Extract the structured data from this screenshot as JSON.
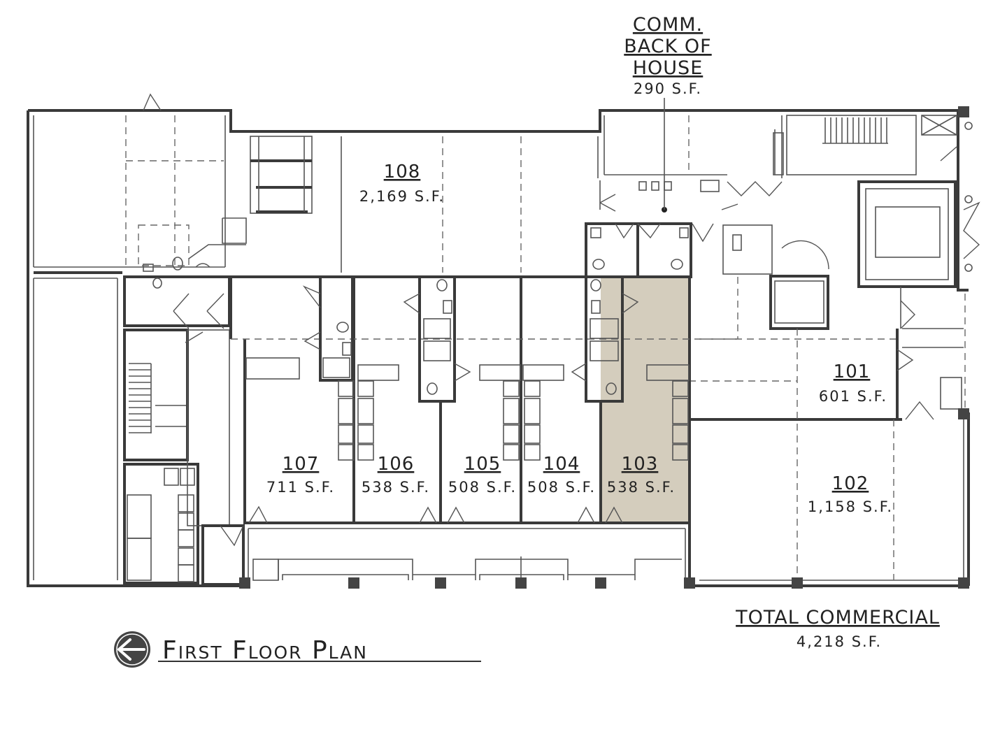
{
  "title": "First Floor Plan",
  "back_of_house": {
    "line1": "COMM.",
    "line2": "BACK OF",
    "line3": "HOUSE",
    "area": "290 S.F."
  },
  "total": {
    "label": "TOTAL COMMERCIAL",
    "area": "4,218 S.F."
  },
  "highlight_color": "#d4cdbd",
  "units": [
    {
      "number": "108",
      "area": "2,169 S.F."
    },
    {
      "number": "101",
      "area": "601 S.F."
    },
    {
      "number": "107",
      "area": "711 S.F."
    },
    {
      "number": "106",
      "area": "538 S.F."
    },
    {
      "number": "105",
      "area": "508 S.F."
    },
    {
      "number": "104",
      "area": "508 S.F."
    },
    {
      "number": "103",
      "area": "538 S.F."
    },
    {
      "number": "102",
      "area": "1,158 S.F."
    }
  ],
  "highlighted_unit": "103",
  "north_arrow_icon": "arrow-left-circle-icon"
}
